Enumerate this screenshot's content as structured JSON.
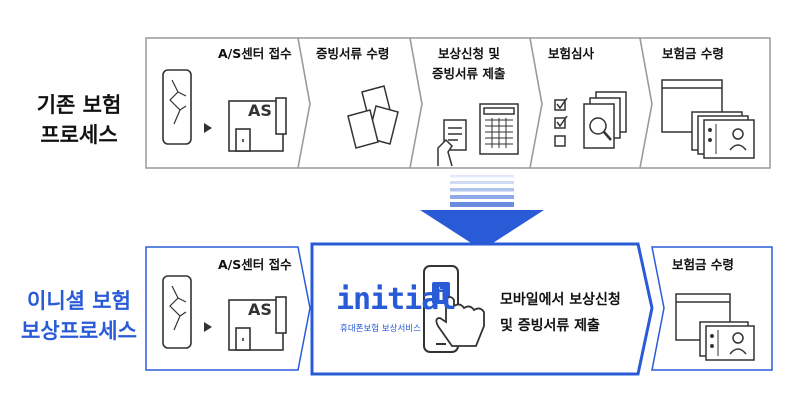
{
  "rows": {
    "legacy": {
      "label_line1": "기존 보험",
      "label_line2": "프로세스",
      "steps": [
        {
          "label": "A/S센터 접수"
        },
        {
          "label": "증빙서류 수령"
        },
        {
          "label_line1": "보상신청 및",
          "label_line2": "증빙서류 제출"
        },
        {
          "label": "보험심사"
        },
        {
          "label": "보험금 수령"
        }
      ]
    },
    "initial": {
      "label_line1": "이니셜 보험",
      "label_line2": "보상프로세스",
      "steps": [
        {
          "label": "A/S센터 접수"
        },
        {
          "label_line1": "모바일에서 보상신청",
          "label_line2": "및 증빙서류 제출"
        },
        {
          "label": "보험금 수령"
        }
      ]
    }
  },
  "logo": {
    "wordmark": "initial",
    "tagline": "휴대폰보험 보상서비스"
  },
  "icons": {
    "as_sign": "AS"
  },
  "colors": {
    "accent": "#2a5bd7",
    "border_gray": "#9a9a9a",
    "icon_stroke": "#333333"
  }
}
